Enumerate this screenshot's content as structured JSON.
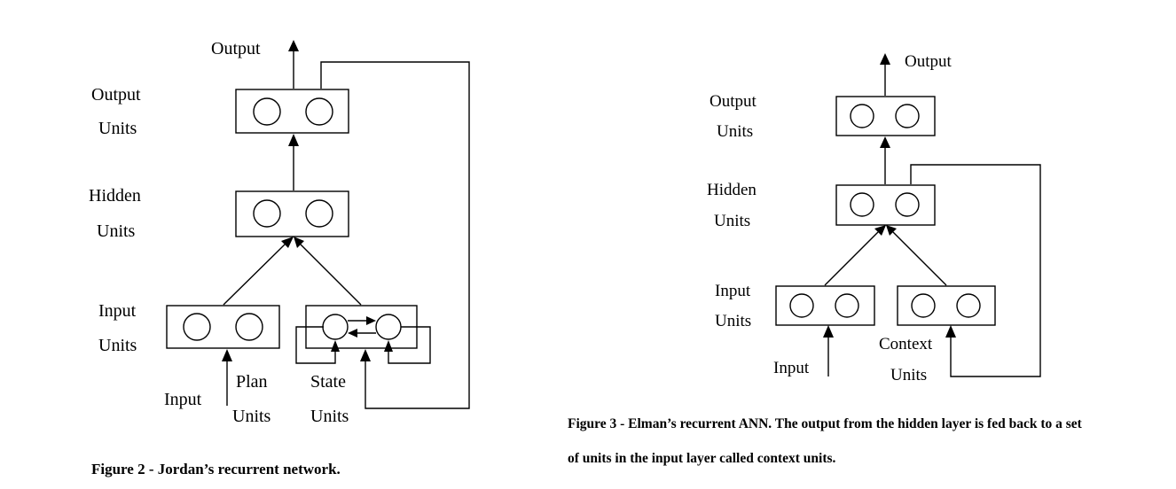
{
  "figure2": {
    "output_arrow_label": "Output",
    "output_units_line1": "Output",
    "output_units_line2": "Units",
    "hidden_units_line1": "Hidden",
    "hidden_units_line2": "Units",
    "input_units_line1": "Input",
    "input_units_line2": "Units",
    "input_label": "Input",
    "plan_units_line1": "Plan",
    "plan_units_line2": "Units",
    "state_units_line1": "State",
    "state_units_line2": "Units",
    "caption": "Figure 2 - Jordan’s recurrent network."
  },
  "figure3": {
    "output_arrow_label": "Output",
    "output_units_line1": "Output",
    "output_units_line2": "Units",
    "hidden_units_line1": "Hidden",
    "hidden_units_line2": "Units",
    "input_units_line1": "Input",
    "input_units_line2": "Units",
    "input_label": "Input",
    "context_units_line1": "Context",
    "context_units_line2": "Units",
    "caption_line1": "Figure 3 - Elman’s recurrent ANN. The output from the hidden layer is fed back to a set",
    "caption_line2": "of units in the input layer called context units."
  }
}
